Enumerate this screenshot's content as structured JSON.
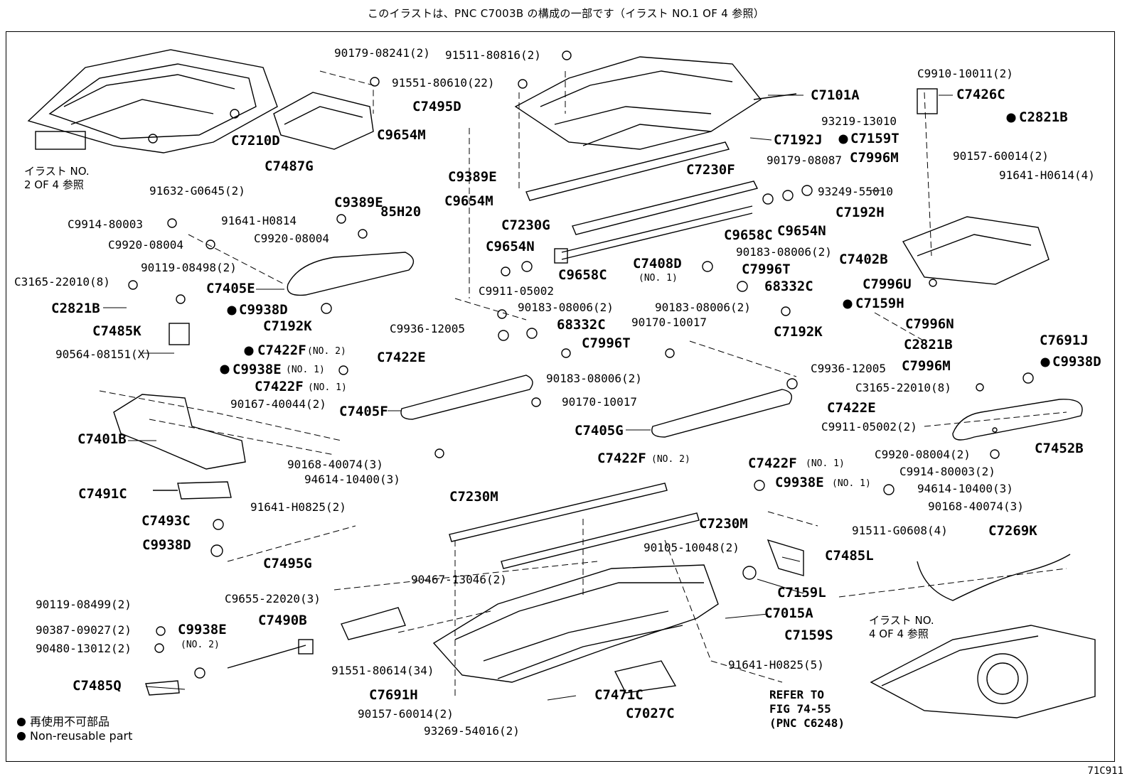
{
  "header": "このイラストは、PNC C7003B の構成の一部です（イラスト NO.1 OF 4 参照）",
  "figure_id": "71C911",
  "refs": {
    "illus2": [
      "イラスト NO.",
      "2 OF 4 参照"
    ],
    "illus4": [
      "イラスト NO.",
      "4 OF 4 参照"
    ],
    "fig": [
      "REFER TO",
      "FIG 74-55",
      "(PNC C6248)"
    ]
  },
  "legend": {
    "jp": "再使用不可部品",
    "en": "Non-reusable part"
  },
  "labels": {
    "l1": "90179-08241(2)",
    "l2": "91511-80816(2)",
    "l3": "91551-80610(22)",
    "l4": "C7495D",
    "l5": "C7101A",
    "l6": "C9910-10011(2)",
    "l7": "C7426C",
    "l8": "C2821B",
    "l9": "C7210D",
    "l10": "C9654M",
    "l11": "C9389E",
    "l12": "C7487G",
    "l13": "91632-G0645(2)",
    "l14": "C9389E",
    "l15": "85H20",
    "l16": "C9654M",
    "l17": "93219-13010",
    "l18": "C7192J",
    "l19": "C7159T",
    "l20": "C7996M",
    "l21": "90157-60014(2)",
    "l22": "91641-H0614(4)",
    "l23": "C7230F",
    "l24": "90179-08087",
    "l25": "93249-55010",
    "l26": "C7192H",
    "l27": "C9914-80003",
    "l28": "91641-H0814",
    "l29": "C9920-08004",
    "l30": "C9920-08004",
    "l31": "C7230G",
    "l32": "C9658C",
    "l33": "C9654N",
    "l34": "C9654N",
    "l35": "C7402B",
    "l36": "C7408D",
    "l37": "(NO. 1)",
    "l38": "90183-08006(2)",
    "l39": "C7996T",
    "l40": "C9658C",
    "l41": "90119-08498(2)",
    "l42": "C3165-22010(8)",
    "l43": "C7405E",
    "l44": "C9911-05002",
    "l45": "68332C",
    "l46": "C7996U",
    "l47": "C2821B",
    "l48": "C9938D",
    "l49": "90183-08006(2)",
    "l50": "90183-08006(2)",
    "l51": "C7159H",
    "l52": "C7691J",
    "l53": "C7485K",
    "l54": "C7192K",
    "l55": "C9936-12005",
    "l56": "68332C",
    "l57": "90170-10017",
    "l58": "C7192K",
    "l59": "C7996N",
    "l60": "90564-08151(X)",
    "l61": "C7422F",
    "l62": "(NO. 2)",
    "l63": "C7422E",
    "l64": "C7996T",
    "l65": "C2821B",
    "l66": "C7996M",
    "l67": "C9938D",
    "l68": "C9938E",
    "l69": "(NO. 1)",
    "l70": "90183-08006(2)",
    "l71": "C9936-12005",
    "l72": "C3165-22010(8)",
    "l73": "C7422F",
    "l74": "(NO. 1)",
    "l75": "90167-40044(2)",
    "l76": "90170-10017",
    "l77": "C7405F",
    "l78": "C7422E",
    "l79": "C7401B",
    "l80": "C7405G",
    "l81": "C9911-05002(2)",
    "l82": "C7452B",
    "l83": "90168-40074(3)",
    "l84": "C7422F",
    "l85": "(NO. 2)",
    "l86": "C7422F",
    "l87": "(NO. 1)",
    "l88": "C9920-08004(2)",
    "l89": "94614-10400(3)",
    "l90": "C9914-80003(2)",
    "l91": "C7491C",
    "l92": "C9938E",
    "l93": "(NO. 1)",
    "l94": "94614-10400(3)",
    "l95": "C7230M",
    "l96": "90168-40074(3)",
    "l97": "91641-H0825(2)",
    "l98": "C7493C",
    "l99": "C7230M",
    "l100": "C9938D",
    "l101": "91511-G0608(4)",
    "l102": "C7269K",
    "l103": "90105-10048(2)",
    "l104": "C7495G",
    "l105": "C7485L",
    "l106": "90467-13046(2)",
    "l107": "C7159L",
    "l108": "C9655-22020(3)",
    "l109": "90119-08499(2)",
    "l110": "C7015A",
    "l111": "C7490B",
    "l112": "C9938E",
    "l113": "90387-09027(2)",
    "l114": "C7159S",
    "l115": "(NO. 2)",
    "l116": "90480-13012(2)",
    "l117": "91551-80614(34)",
    "l118": "91641-H0825(5)",
    "l119": "C7485Q",
    "l120": "C7691H",
    "l121": "C7471C",
    "l122": "C7027C",
    "l123": "90157-60014(2)",
    "l124": "93269-54016(2)"
  }
}
